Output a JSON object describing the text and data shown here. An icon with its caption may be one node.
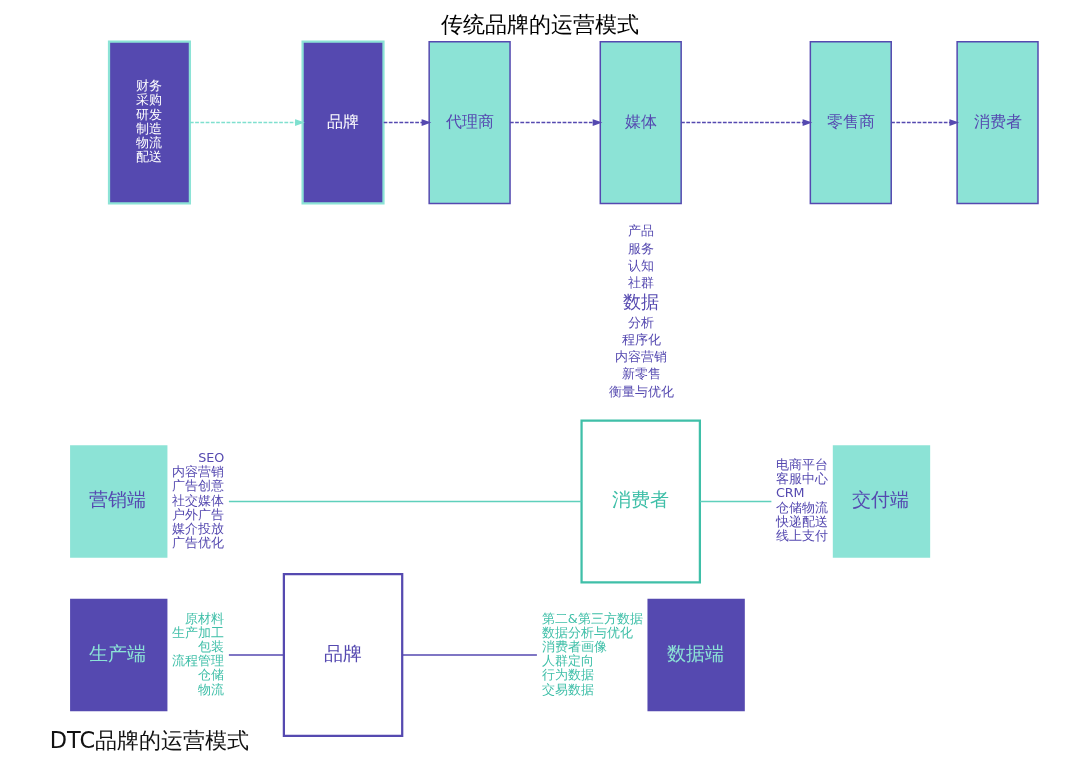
{
  "diagram": {
    "title": "传统品牌的运营模式",
    "nodes": [
      {
        "text": [
          "财务",
          "采购",
          "研发",
          "制造",
          "物流",
          "配送"
        ]
      },
      {
        "text": [
          "品牌"
        ]
      },
      {
        "text": [
          "代理商"
        ]
      },
      {
        "text": [
          "媒体"
        ]
      },
      {
        "text": [
          "零售商"
        ]
      },
      {
        "text": [
          "消费者"
        ]
      },
      {
        "text": [
          "生产端"
        ],
        "beside": [
          "原材料",
          "生产加工",
          "包装",
          "流程管理",
          "仓储",
          "物流"
        ]
      },
      {
        "text": [
          "营销端"
        ],
        "beside": [
          "SEO",
          "内容营销",
          "广告创意",
          "社交媒体",
          "户外广告",
          "媒介投放",
          "广告优化"
        ]
      },
      {
        "text": [
          "品牌"
        ]
      },
      {
        "text": [
          "消费者"
        ]
      },
      {
        "text": [
          "交付端"
        ],
        "beside": [
          "电商平台",
          "客服中心",
          "CRM",
          "仓储物流",
          "快递配送",
          "线上支付"
        ]
      },
      {
        "text": [
          "数据端"
        ],
        "beside": [
          "第二&第三方数据",
          "数据分析与优化",
          "消费者画像",
          "人群定向",
          "行为数据",
          "交易数据"
        ]
      }
    ],
    "edges": [
      {
        "from": 0,
        "to": 1,
        "arrow": "to",
        "style": "dashed",
        "color": "#7fe0cf"
      },
      {
        "from": 1,
        "to": 2,
        "arrow": "to",
        "style": "dashed"
      },
      {
        "from": 2,
        "to": 3,
        "arrow": "to",
        "style": "dashed"
      },
      {
        "from": 3,
        "to": 4,
        "arrow": "to",
        "style": "dashed"
      },
      {
        "from": 4,
        "to": 5,
        "arrow": "to",
        "style": "dashed"
      },
      {
        "from": 6,
        "to": 8,
        "arrow": "none"
      },
      {
        "from": 7,
        "to": 9,
        "arrow": "none",
        "color": "#5fd0bc"
      },
      {
        "from": 9,
        "to": 10,
        "arrow": "none",
        "color": "#5fd0bc"
      },
      {
        "from": 8,
        "to": 11,
        "arrow": "none"
      }
    ],
    "labels": [
      "DTC品牌的运营模式",
      "产品",
      "服务",
      "认知",
      "社群",
      "数据",
      "分析",
      "程序化",
      "内容营销",
      "新零售",
      "衡量与优化"
    ]
  }
}
